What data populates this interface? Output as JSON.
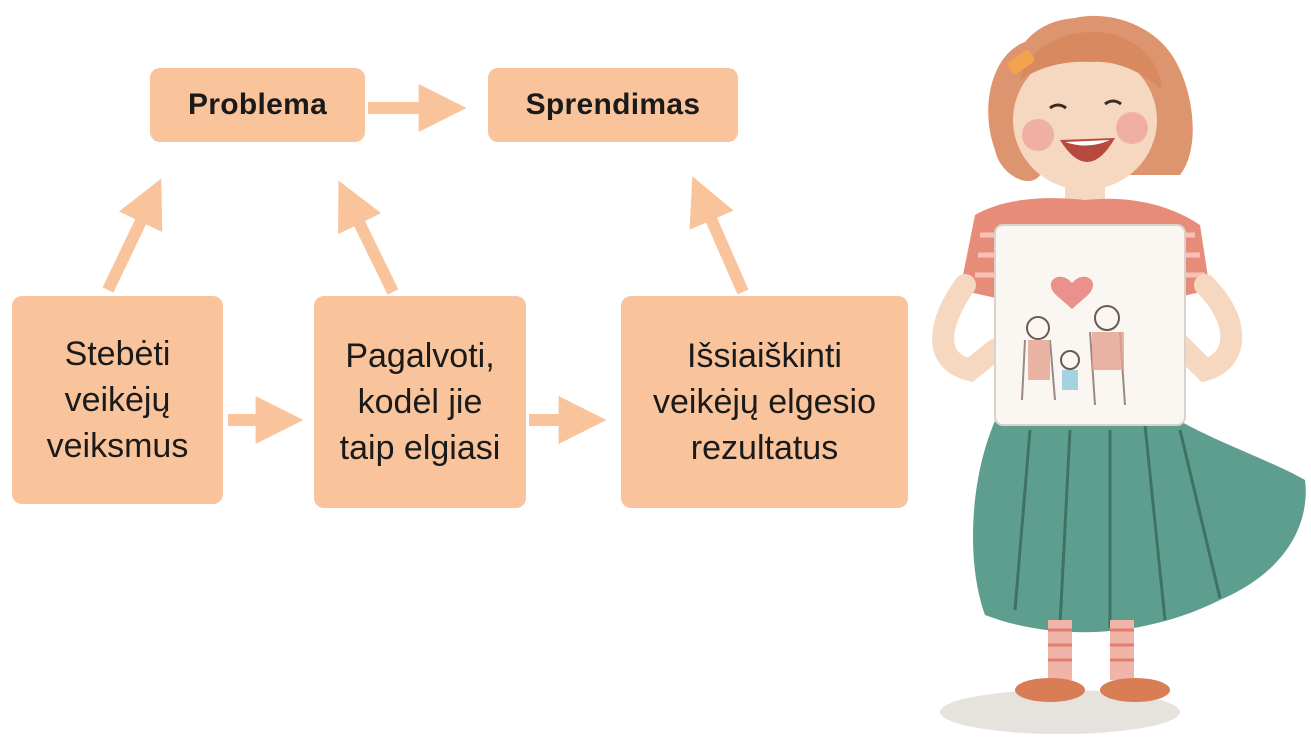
{
  "colors": {
    "box_fill": "#F9C49B",
    "arrow": "#F9C49B",
    "text": "#1a1a1a"
  },
  "diagram": {
    "top_boxes": {
      "problem": "Problema",
      "solution": "Sprendimas"
    },
    "steps": {
      "observe": "Stebėti\nveikėjų\nveiksmus",
      "think": "Pagalvoti,\nkodėl jie\ntaip elgiasi",
      "results": "Išsiaiškinti\nveikėjų elgesio\nrezultatus"
    }
  },
  "illustration": {
    "subject": "watercolor girl holding drawing"
  }
}
